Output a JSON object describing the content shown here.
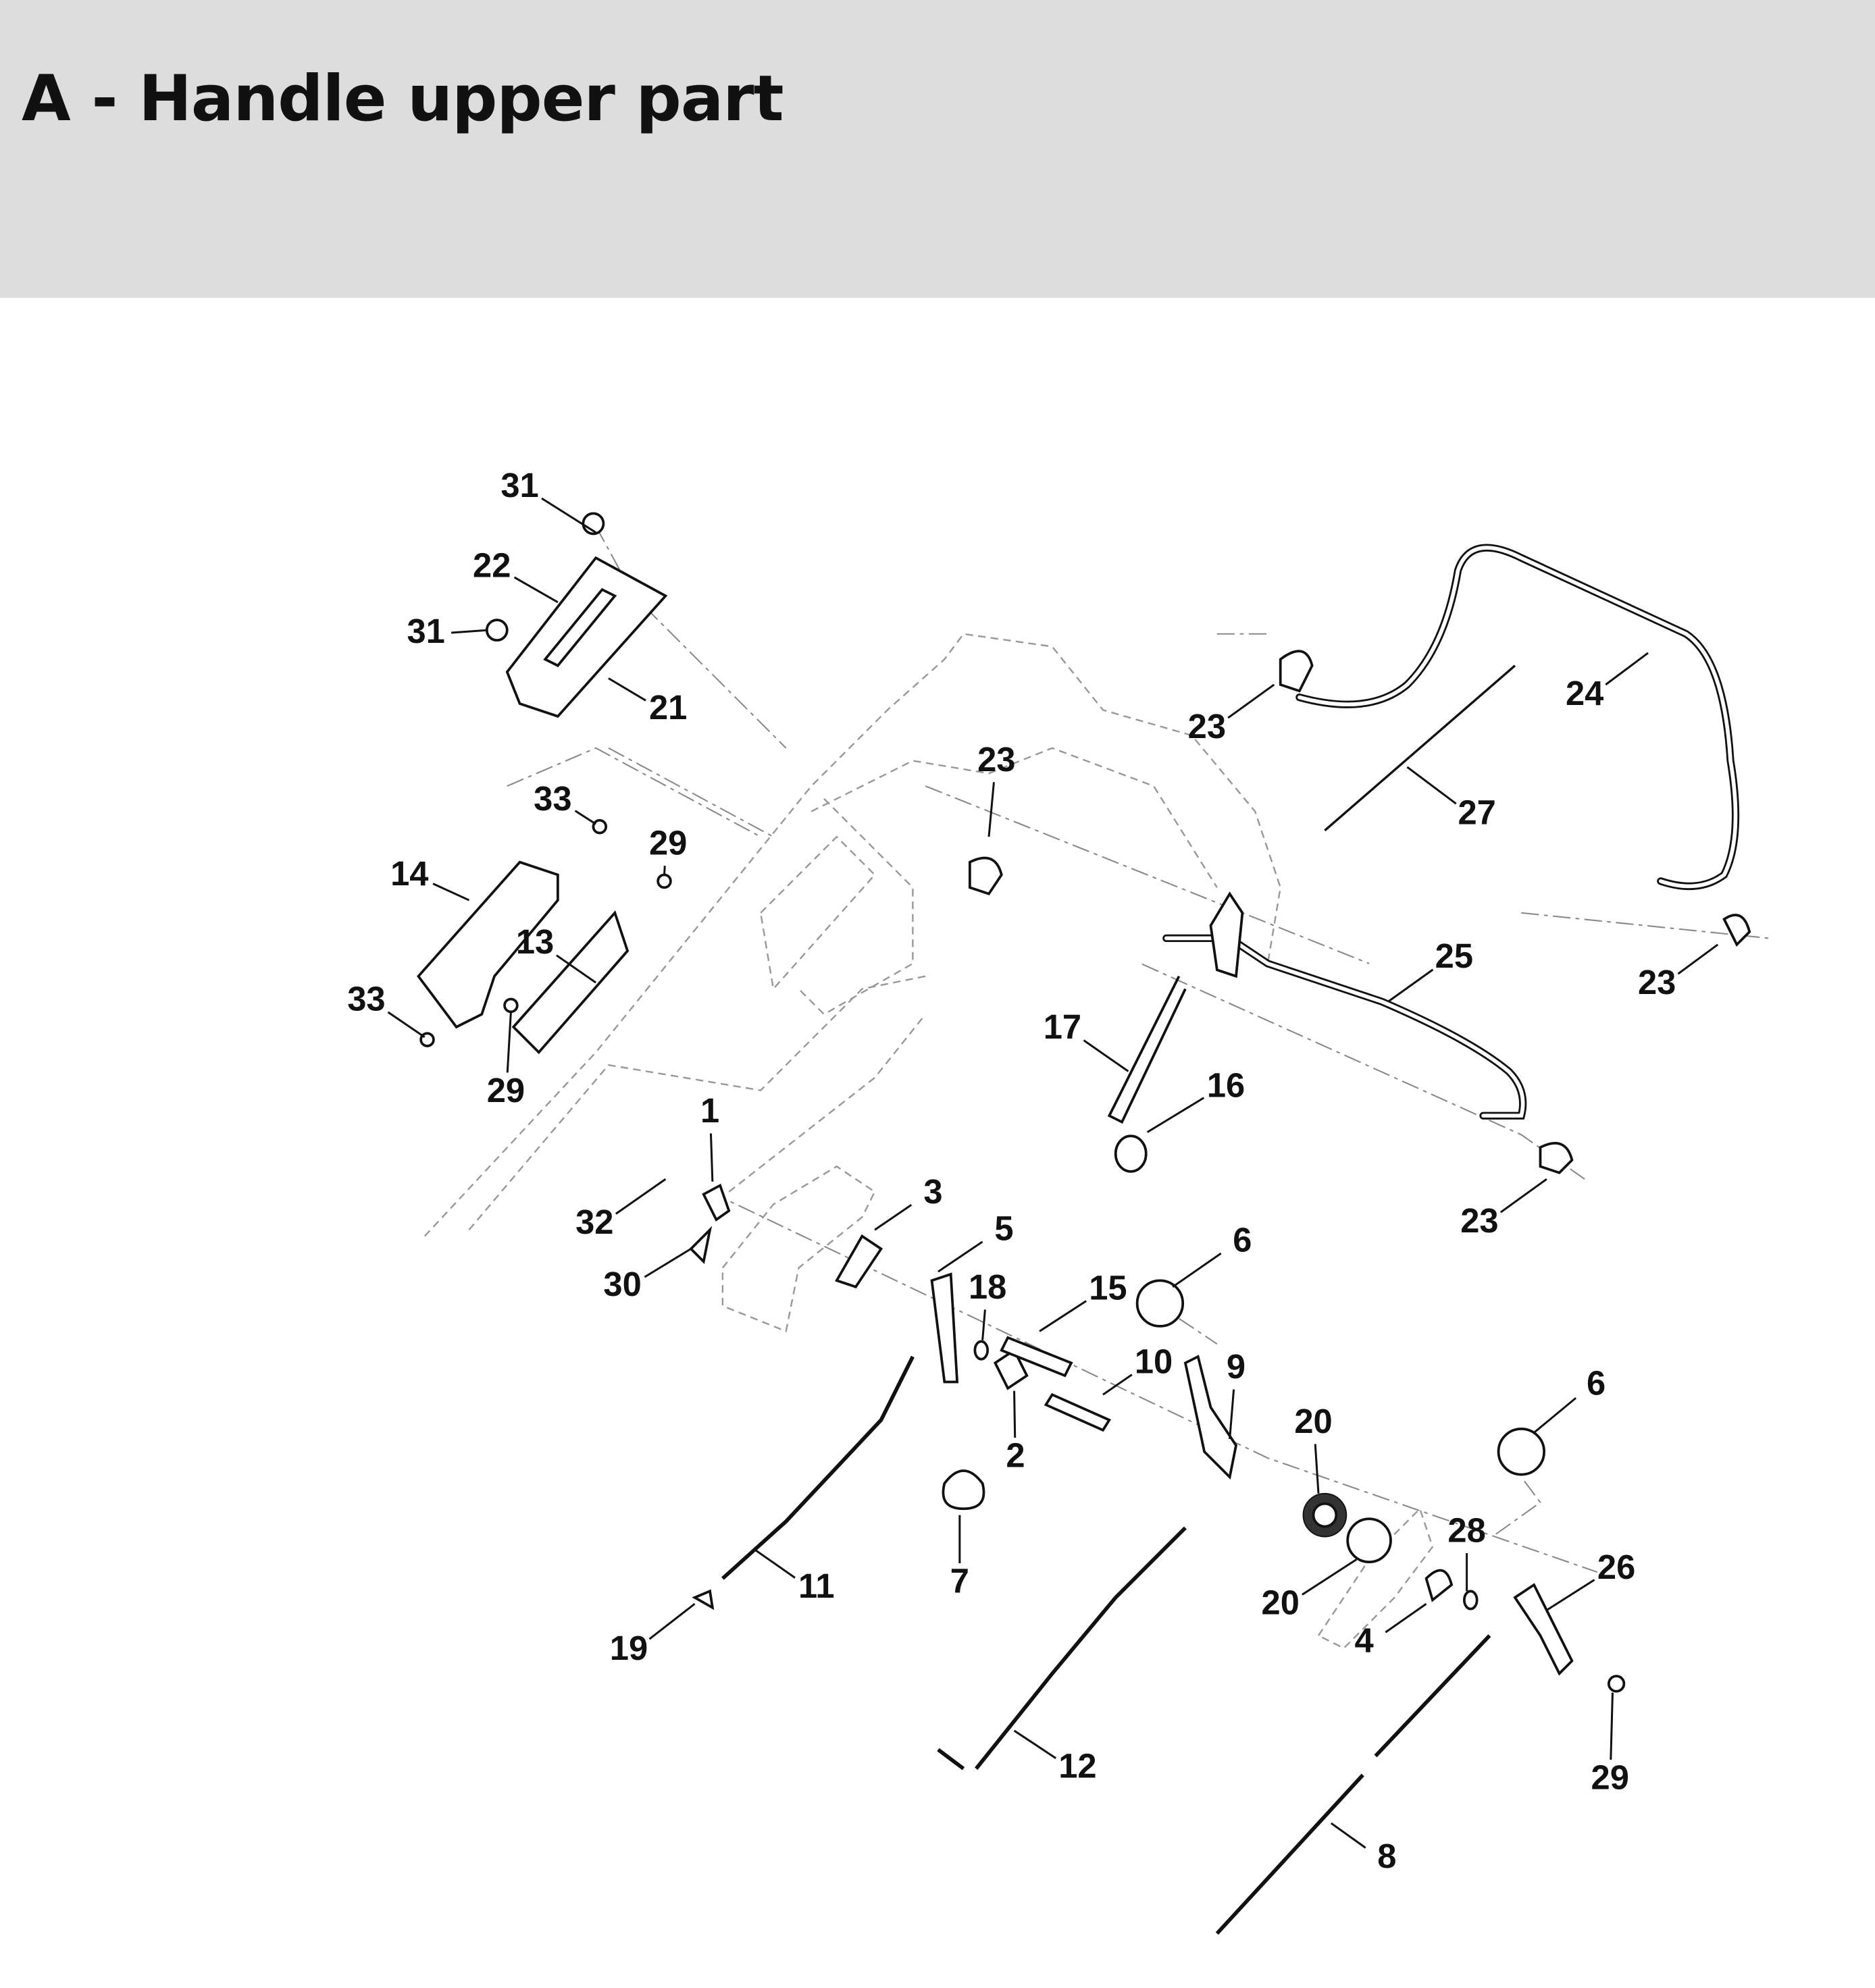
{
  "header": {
    "title": "A - Handle upper part"
  },
  "diagram": {
    "labels": [
      "31",
      "22",
      "31",
      "21",
      "23",
      "23",
      "24",
      "27",
      "33",
      "29",
      "14",
      "13",
      "25",
      "23",
      "33",
      "17",
      "29",
      "16",
      "1",
      "3",
      "32",
      "23",
      "5",
      "6",
      "30",
      "18",
      "15",
      "10",
      "9",
      "6",
      "20",
      "2",
      "28",
      "26",
      "11",
      "7",
      "20",
      "4",
      "19",
      "12",
      "29",
      "8"
    ]
  }
}
